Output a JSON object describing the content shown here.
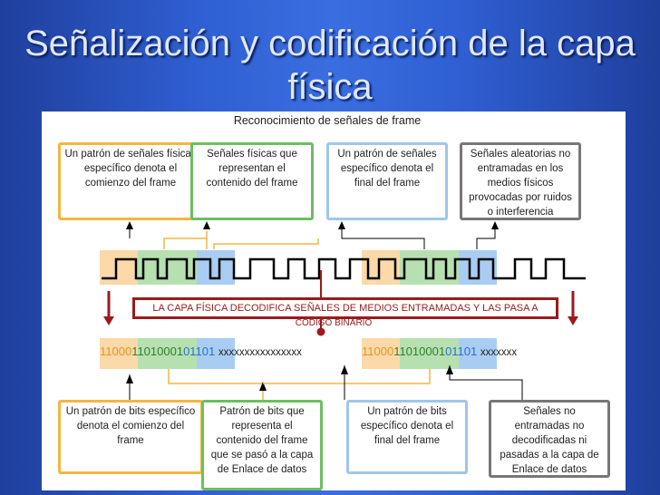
{
  "slide_title": "Señalización y codificación de la capa física",
  "figure_header": "Reconocimiento de señales de frame",
  "top_boxes": [
    "Un patrón de señales físicas específico denota el comienzo del frame",
    "Señales físicas que representan el contenido del frame",
    "Un patrón de señales específico denota el final del frame",
    "Señales aleatorias no entramadas en los medios físicos provocadas por ruidos o interferencia"
  ],
  "banner_text": "LA CAPA FÍSICA DECODIFICA SEÑALES DE MEDIOS ENTRAMADAS Y LAS PASA A",
  "banner_text_2": "CÓDIGO BINARIO",
  "bits_left": {
    "start": "11000",
    "content": "11010001",
    "end": "01101",
    "noise": "xxxxxxxxxxxxxxxx"
  },
  "bits_right": {
    "start": "11000",
    "content": "11010001",
    "end": "01101",
    "noise": "xxxxxxx"
  },
  "bottom_boxes": [
    "Un patrón de bits específico denota el comienzo del frame",
    "Patrón de bits que representa el contenido del frame que se pasó a la capa de Enlace de datos",
    "Un patrón de bits específico denota el final del frame",
    "Señales no entramadas no decodificadas ni pasadas a la capa de Enlace de datos"
  ],
  "colors": {
    "start": "#fbd9a8",
    "content": "#b6e0b0",
    "end": "#a9cdf2",
    "start_text": "#e69521",
    "content_text": "#2d7f2d",
    "end_text": "#2a6fd0",
    "orange_border": "#f3b642",
    "green_border": "#6cbf5f",
    "blue_border": "#9ec6ea",
    "gray_border": "#777777",
    "red": "#9a1b1b"
  }
}
